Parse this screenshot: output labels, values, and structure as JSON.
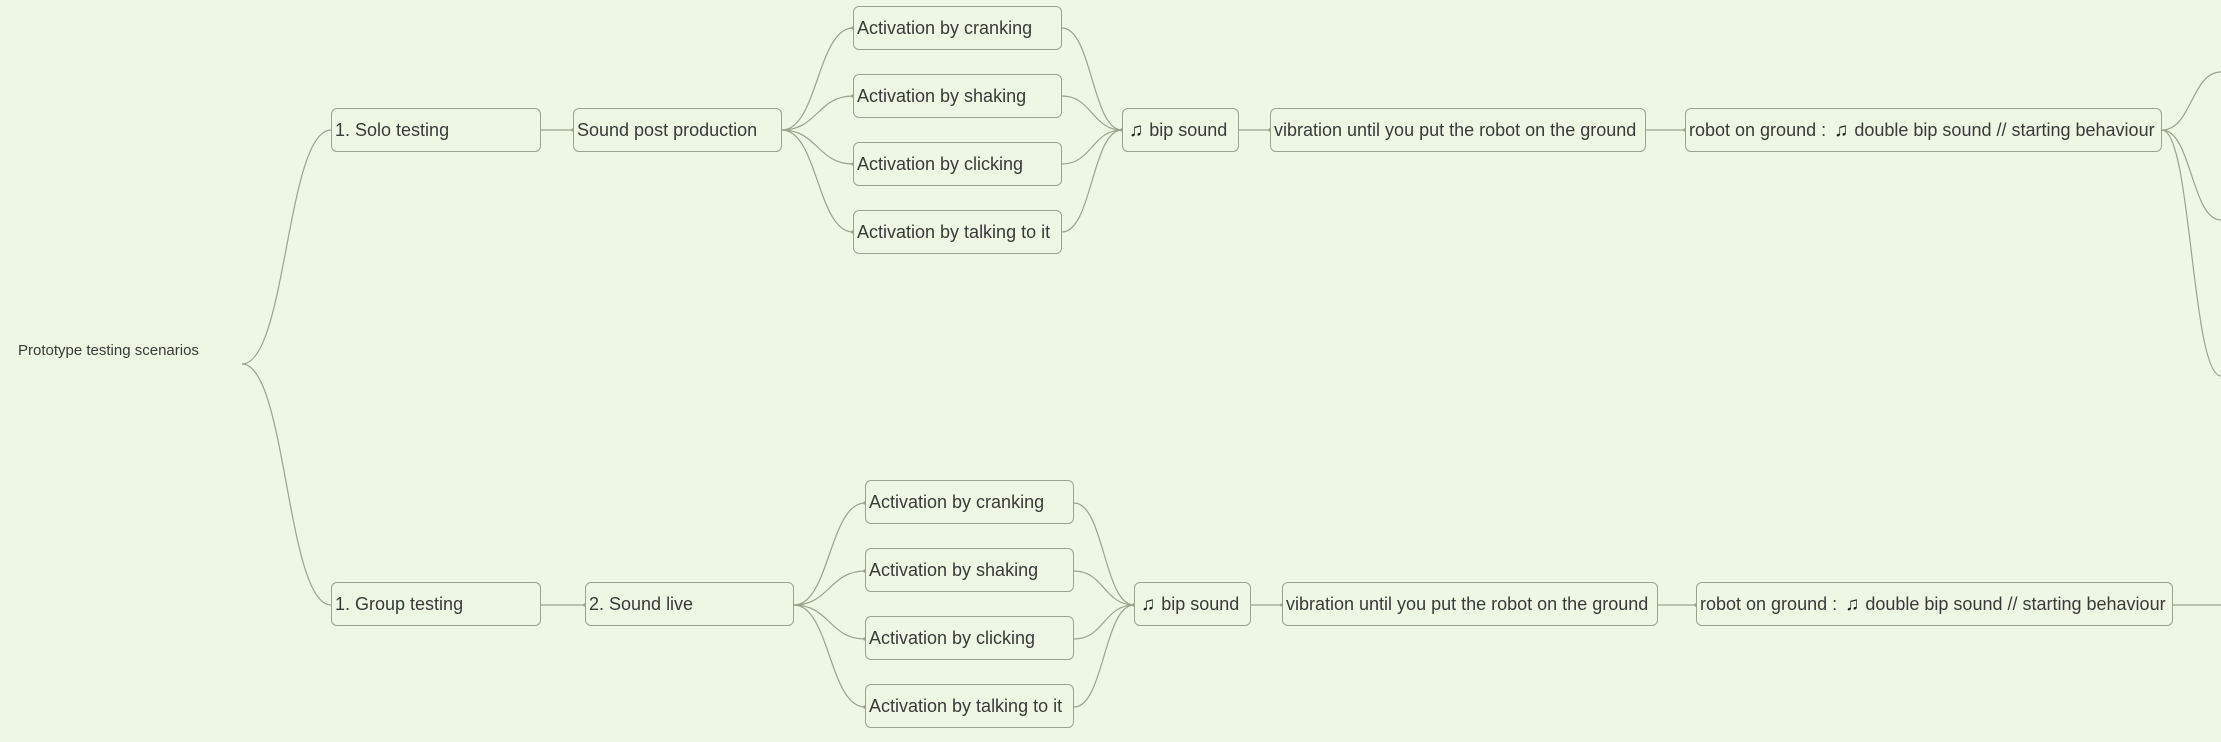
{
  "root": {
    "label": "Prototype testing scenarios"
  },
  "icons": {
    "note": "music-note-icon"
  },
  "colors": {
    "background": "#eef6e4",
    "border": "#9aa38e",
    "text": "#3a3a3a"
  },
  "branches": [
    {
      "label": "1. Solo testing",
      "sound_mode": "Sound post production",
      "activations": [
        "Activation by cranking",
        "Activation by shaking",
        "Activation by clicking",
        "Activation by talking to it"
      ],
      "sound": "bip sound",
      "vibration": "vibration until you put the robot on the ground",
      "ground_prefix": "robot on ground :",
      "ground_suffix": "double bip sound // starting behaviour"
    },
    {
      "label": "1. Group testing",
      "sound_mode": "2. Sound live",
      "activations": [
        "Activation by cranking",
        "Activation by shaking",
        "Activation by clicking",
        "Activation by talking to it"
      ],
      "sound": "bip sound",
      "vibration": "vibration until you put the robot on the ground",
      "ground_prefix": "robot on ground :",
      "ground_suffix": "double bip sound // starting behaviour"
    }
  ]
}
